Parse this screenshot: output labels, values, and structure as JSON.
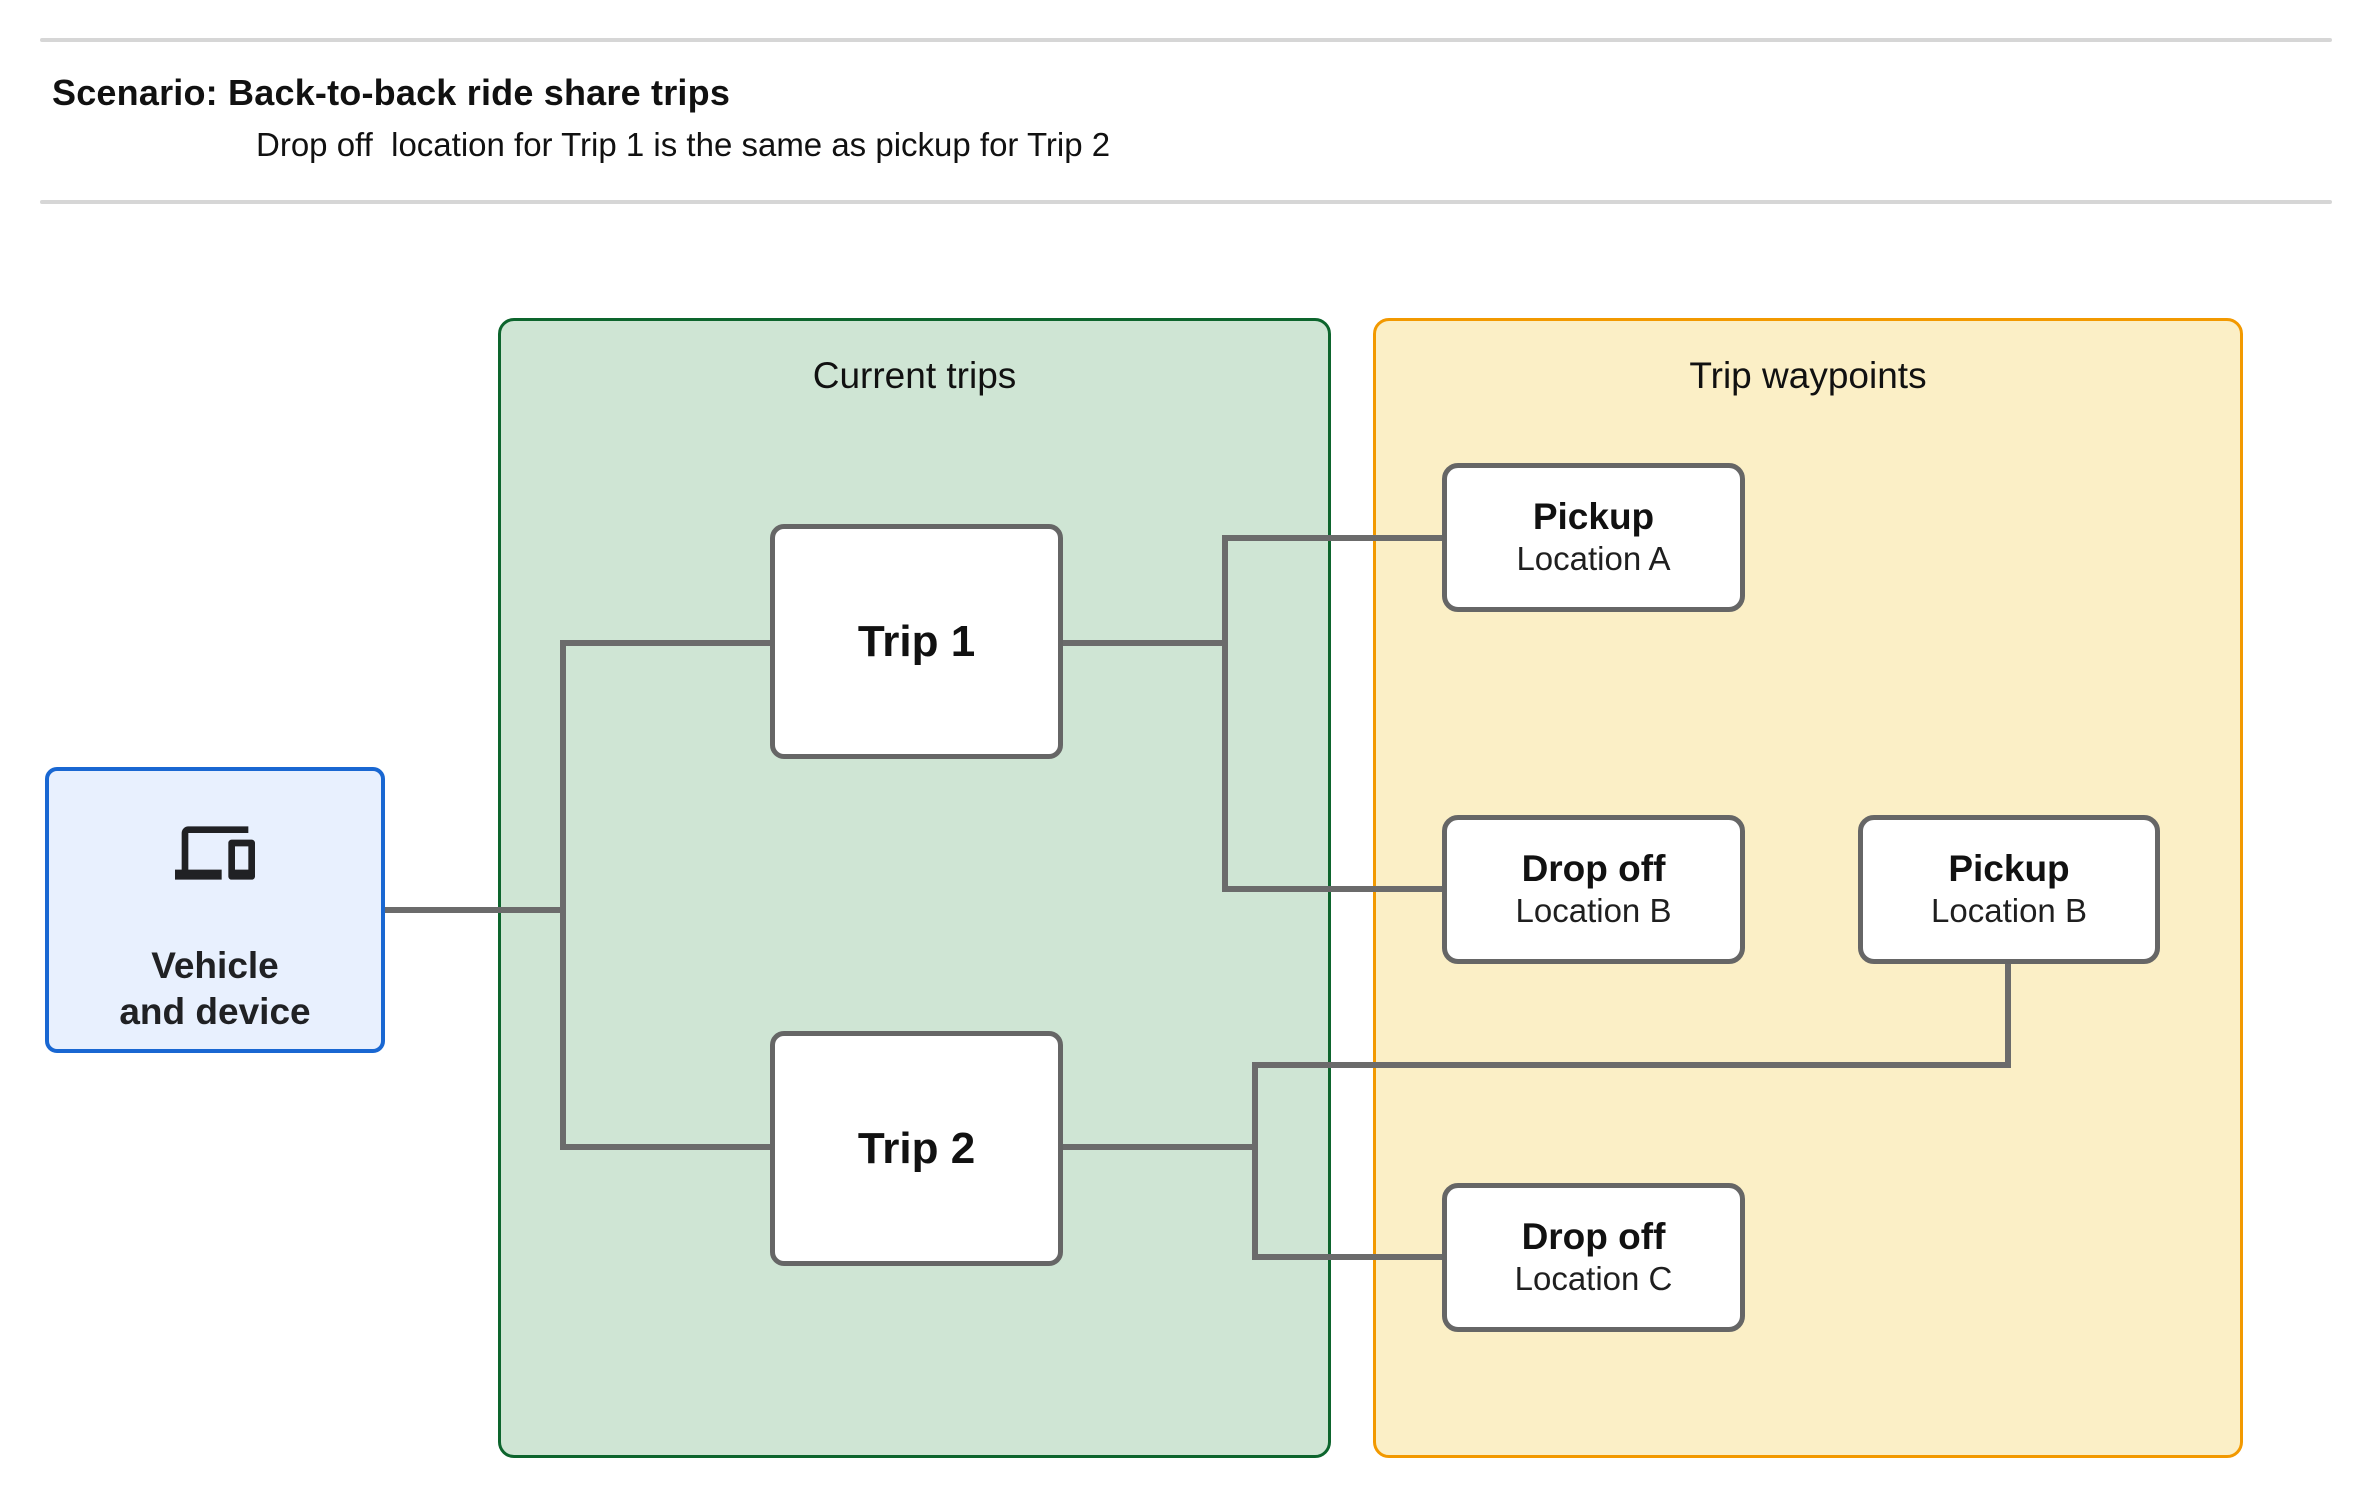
{
  "header": {
    "title": "Scenario: Back-to-back ride share trips",
    "subtitle": "Drop off  location for Trip 1 is the same as pickup for Trip 2"
  },
  "vehicle_node": {
    "icon": "devices-icon",
    "label_line1": "Vehicle",
    "label_line2": "and device",
    "fill": "#E8F0FE",
    "border": "#1967D2"
  },
  "panels": {
    "current_trips": {
      "title": "Current trips",
      "fill": "#CFE5D4",
      "border": "#0D652D",
      "nodes": [
        {
          "label": "Trip 1"
        },
        {
          "label": "Trip 2"
        }
      ]
    },
    "trip_waypoints": {
      "title": "Trip waypoints",
      "fill": "#FBEFC6",
      "border": "#F29900",
      "nodes": [
        {
          "title": "Pickup",
          "subtitle": "Location A"
        },
        {
          "title": "Drop off",
          "subtitle": "Location B"
        },
        {
          "title": "Pickup",
          "subtitle": "Location B"
        },
        {
          "title": "Drop off",
          "subtitle": "Location C"
        }
      ]
    }
  },
  "connections": [
    "Vehicle and device -> Trip 1",
    "Vehicle and device -> Trip 2",
    "Trip 1 -> Pickup Location A",
    "Trip 1 -> Drop off Location B",
    "Trip 2 -> Pickup Location B",
    "Trip 2 -> Drop off Location C"
  ],
  "colors": {
    "connector": "#6B6B6B",
    "node_border": "#666666",
    "rule": "#D6D6D6",
    "text": "#111111"
  }
}
